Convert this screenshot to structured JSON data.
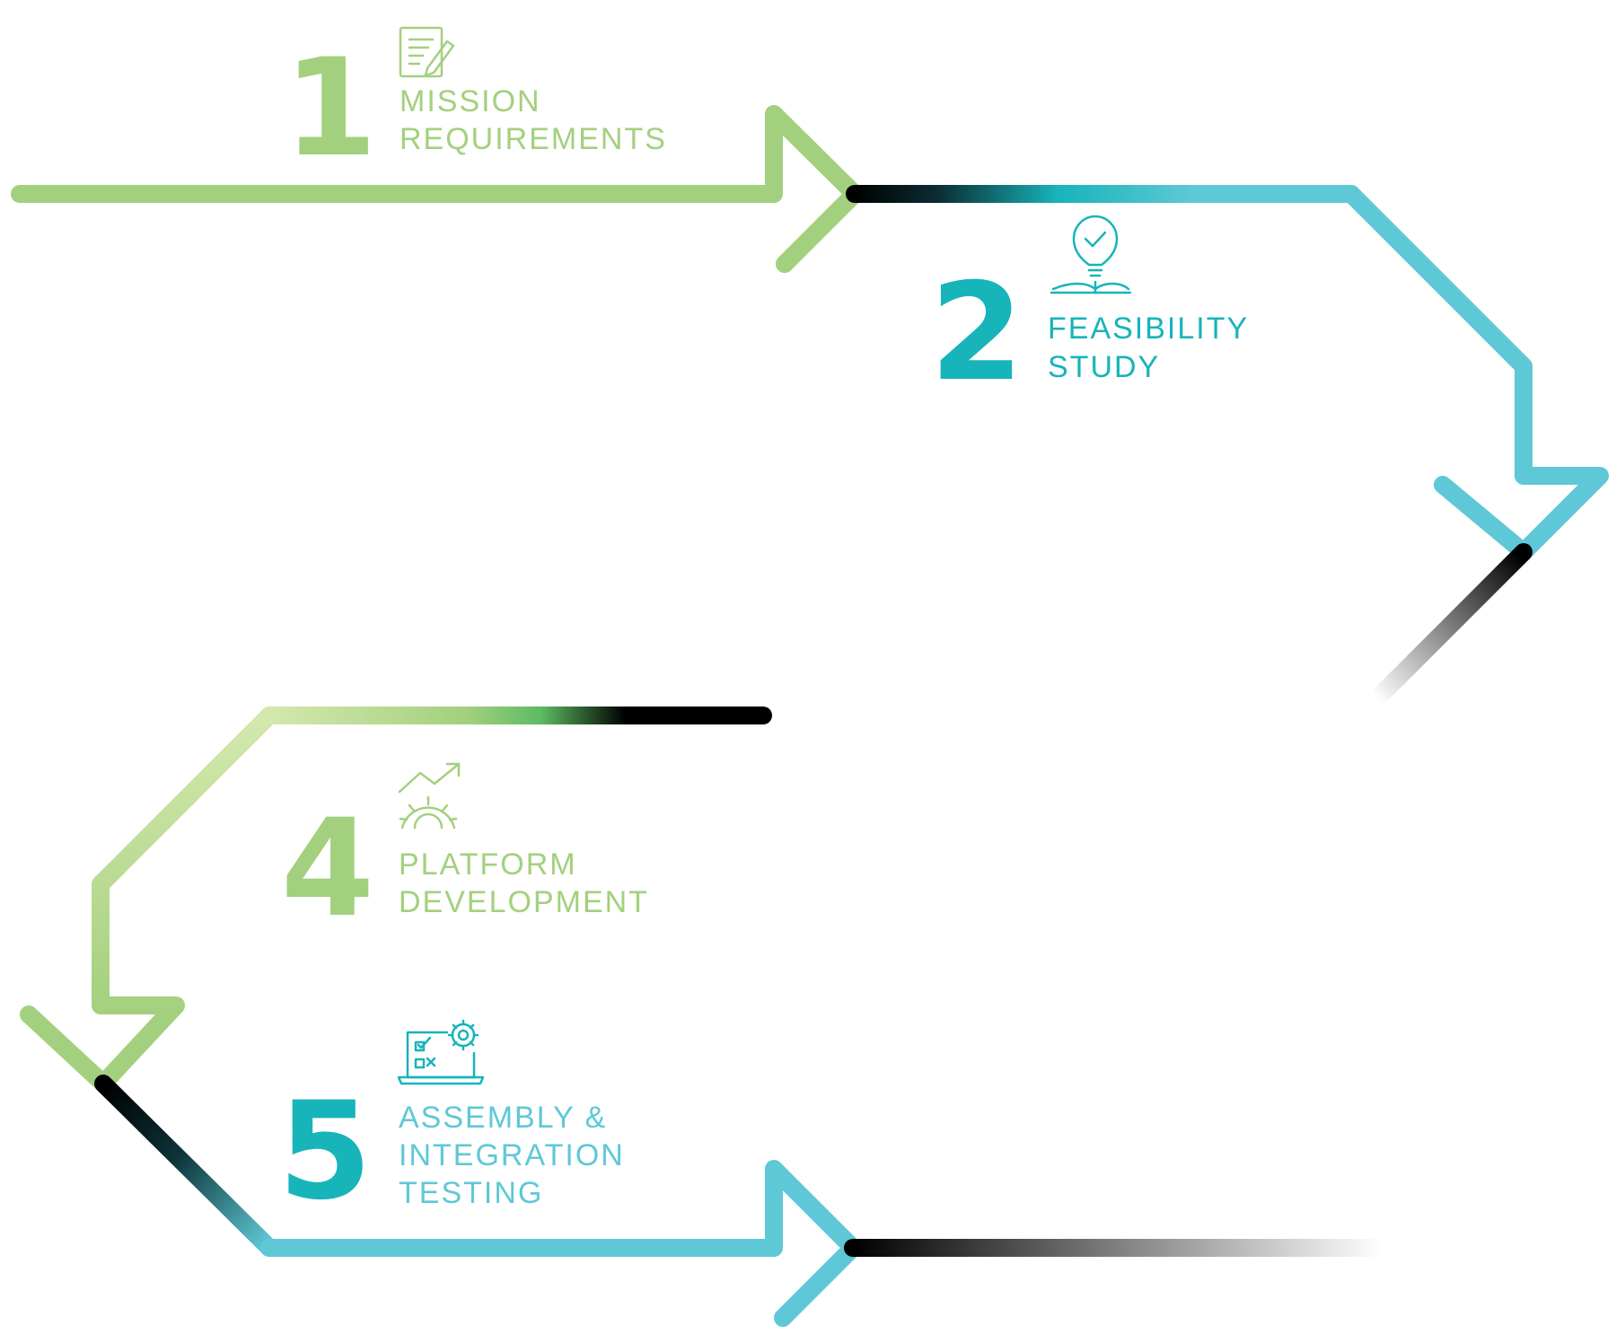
{
  "colors": {
    "green": "#a3d07e",
    "green_dark": "#5dbb63",
    "green_light": "#d4e8ad",
    "teal": "#17b4ba",
    "cyan": "#5fc8d6",
    "black": "#000000"
  },
  "steps": [
    {
      "number": "1",
      "line1": "MISSION",
      "line2": "REQUIREMENTS",
      "line3": "",
      "icon": "document-pencil-icon"
    },
    {
      "number": "2",
      "line1": "FEASIBILITY",
      "line2": "STUDY",
      "line3": "",
      "icon": "lightbulb-book-icon"
    },
    {
      "number": "4",
      "line1": "PLATFORM",
      "line2": "DEVELOPMENT",
      "line3": "",
      "icon": "trend-gear-icon"
    },
    {
      "number": "5",
      "line1": "ASSEMBLY &",
      "line2": "INTEGRATION",
      "line3": "TESTING",
      "icon": "laptop-checklist-gear-icon"
    }
  ]
}
